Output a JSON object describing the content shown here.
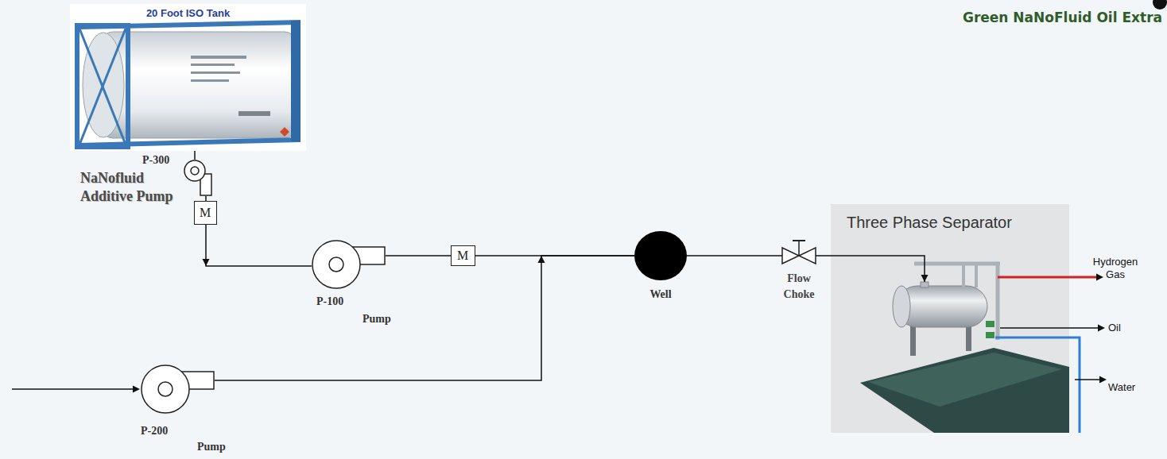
{
  "diagram": {
    "title": "Green NaNoFluid Oil Extra",
    "nodes": [
      {
        "text": [
          "20 Foot ISO Tank"
        ]
      },
      {
        "text": [
          "P-300",
          "NaNofluid Additive Pump"
        ]
      },
      {
        "text": [
          "M"
        ]
      },
      {
        "text": [
          "P-100",
          "Pump"
        ]
      },
      {
        "text": [
          "M"
        ]
      },
      {
        "text": [
          "Well"
        ]
      },
      {
        "text": [
          "Flow Choke"
        ]
      },
      {
        "text": [
          "Three Phase Separator"
        ]
      },
      {
        "text": [
          "P-200",
          "Pump"
        ]
      }
    ],
    "edges": [
      {
        "from": 0,
        "to": 1,
        "arrow": "none"
      },
      {
        "from": 1,
        "to": 2,
        "arrow": "none"
      },
      {
        "from": 2,
        "to": 3,
        "arrow": "to"
      },
      {
        "from": 3,
        "to": 4,
        "arrow": "none"
      },
      {
        "from": 4,
        "to": 5,
        "arrow": "none"
      },
      {
        "from": 8,
        "to": 5,
        "arrow": "to"
      },
      {
        "from": 5,
        "to": 6,
        "arrow": "none"
      },
      {
        "from": 6,
        "to": 7,
        "arrow": "to"
      }
    ],
    "labels": [
      "Hydrogen Gas",
      "Oil",
      "Water"
    ]
  }
}
